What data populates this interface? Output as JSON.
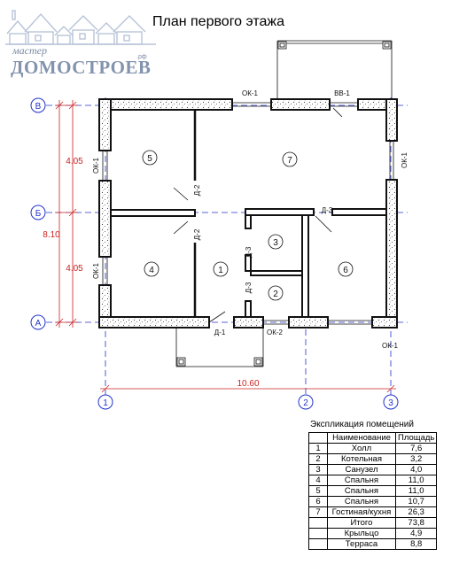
{
  "title": "План первого этажа",
  "logo": {
    "top_text": "мастер",
    "main_text": "ДОМОСТРОЕВ",
    "suffix": ".рф"
  },
  "axes": {
    "rows": [
      "В",
      "Б",
      "А"
    ],
    "cols": [
      "1",
      "2",
      "3"
    ]
  },
  "dimensions": {
    "total_width": "10.60",
    "total_depth": "8.10",
    "segment_top": "4.05",
    "segment_bottom": "4.05"
  },
  "rooms": [
    "5",
    "7",
    "4",
    "1",
    "3",
    "2",
    "6"
  ],
  "openings": {
    "ok1_top": "ОК-1",
    "vv1": "ВВ-1",
    "ok1_left_top": "ОК-1",
    "ok1_right": "ОК-1",
    "ok1_left_bottom": "ОК-1",
    "ok2_bottom": "ОК-2",
    "ok1_bottom": "ОК-1",
    "d2_a": "Д-2",
    "d2_b": "Д-2",
    "d3_a": "Д-3",
    "d3_b": "Д-3",
    "d3_c": "Д-3",
    "d1": "Д-1"
  },
  "explication": {
    "title": "Экспликация помещений",
    "headers": [
      "",
      "Наименование",
      "Площадь"
    ],
    "rows": [
      [
        "1",
        "Холл",
        "7,6"
      ],
      [
        "2",
        "Котельная",
        "3,2"
      ],
      [
        "3",
        "Санузел",
        "4,0"
      ],
      [
        "4",
        "Спальня",
        "11,0"
      ],
      [
        "5",
        "Спальня",
        "11,0"
      ],
      [
        "6",
        "Спальня",
        "10,7"
      ],
      [
        "7",
        "Гостиная/кухня",
        "26,3"
      ]
    ],
    "totals": [
      [
        "Итого",
        "73,8"
      ],
      [
        "Крыльцо",
        "4,9"
      ],
      [
        "Терраса",
        "8,8"
      ]
    ]
  },
  "colors": {
    "axis": "#2233cc",
    "dimension": "#cc2222",
    "wall": "#111111",
    "logo": "#8393ad"
  }
}
